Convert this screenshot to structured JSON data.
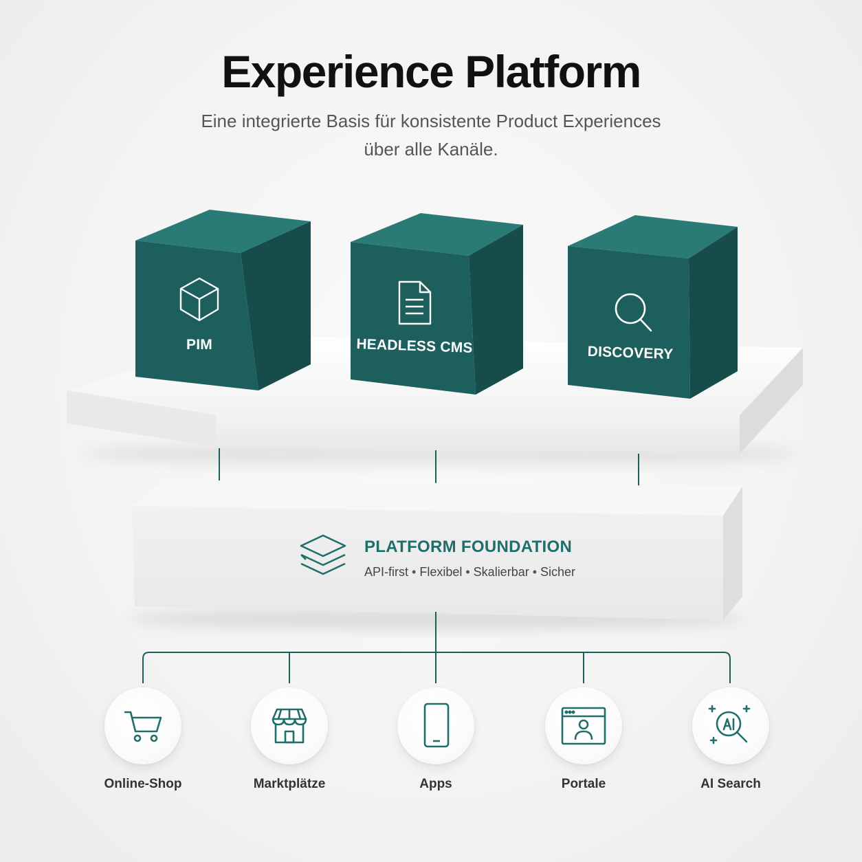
{
  "header": {
    "title": "Experience Platform",
    "subtitle_line1": "Eine integrierte Basis für konsistente Product Experiences",
    "subtitle_line2": "über alle Kanäle."
  },
  "modules": [
    {
      "label": "PIM",
      "icon": "cube-icon"
    },
    {
      "label": "HEADLESS CMS",
      "icon": "document-icon"
    },
    {
      "label": "DISCOVERY",
      "icon": "magnifier-icon"
    }
  ],
  "foundation": {
    "title": "PLATFORM FOUNDATION",
    "tags": [
      "API-first",
      "Flexibel",
      "Skalierbar",
      "Sicher"
    ],
    "icon": "layers-icon"
  },
  "channels": [
    {
      "label": "Online-Shop",
      "icon": "cart-icon"
    },
    {
      "label": "Marktplätze",
      "icon": "storefront-icon"
    },
    {
      "label": "Apps",
      "icon": "smartphone-icon"
    },
    {
      "label": "Portale",
      "icon": "portal-window-icon"
    },
    {
      "label": "AI Search",
      "icon": "ai-search-icon"
    }
  ],
  "colors": {
    "teal": "#1f6e69",
    "cube_front": "#1c5f5d",
    "cube_top": "#2a7a76",
    "cube_side": "#164c4a",
    "line": "#1f5e58"
  }
}
